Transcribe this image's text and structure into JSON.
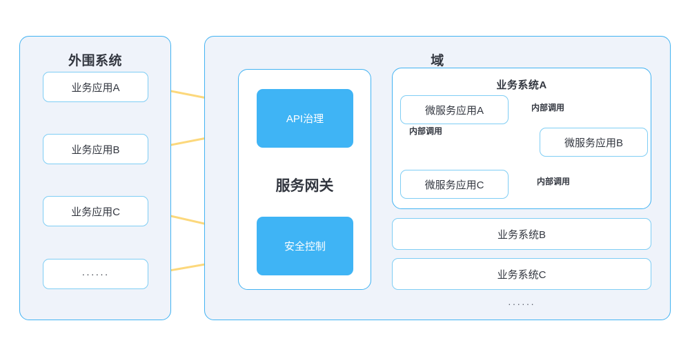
{
  "diagram": {
    "title_left": "外围系统",
    "title_right": "域",
    "colors": {
      "panel_fill": "#eff3fa",
      "panel_border": "#41b2f2",
      "box_border": "#7ecdf4",
      "accent_blue": "#3fb4f5",
      "arrow_yellow": "#fcd87c",
      "text": "#333740"
    }
  },
  "left_panel": {
    "title": "外围系统",
    "items": [
      {
        "label": "业务应用A"
      },
      {
        "label": "业务应用B"
      },
      {
        "label": "业务应用C"
      },
      {
        "label": "······"
      }
    ]
  },
  "gateway_panel": {
    "label": "服务网关",
    "modules": [
      {
        "label": "API治理"
      },
      {
        "label": "安全控制"
      }
    ]
  },
  "right_panel": {
    "title": "域",
    "business_system_a": {
      "title": "业务系统A",
      "services": [
        {
          "label": "微服务应用A"
        },
        {
          "label": "微服务应用B"
        },
        {
          "label": "微服务应用C"
        }
      ],
      "internal_call_labels": [
        "内部调用",
        "内部调用",
        "内部调用"
      ]
    },
    "other_systems": [
      {
        "label": "业务系统B"
      },
      {
        "label": "业务系统C"
      }
    ],
    "ellipsis": "······"
  }
}
